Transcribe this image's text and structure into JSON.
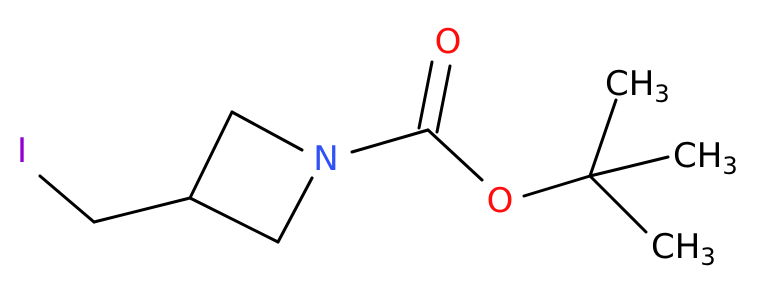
{
  "molecule": {
    "atoms": {
      "iodine": {
        "symbol": "I",
        "color": "#9400d3"
      },
      "nitrogen": {
        "symbol": "N",
        "color": "#3050f8"
      },
      "carbonyl_oxygen": {
        "symbol": "O",
        "color": "#ff0d0d"
      },
      "ester_oxygen": {
        "symbol": "O",
        "color": "#ff0d0d"
      },
      "methyl_top": {
        "element": "CH",
        "subscript": "3"
      },
      "methyl_right": {
        "element": "CH",
        "subscript": "3"
      },
      "methyl_bottom": {
        "element": "CH",
        "subscript": "3"
      }
    },
    "bond_color": "#000000"
  }
}
